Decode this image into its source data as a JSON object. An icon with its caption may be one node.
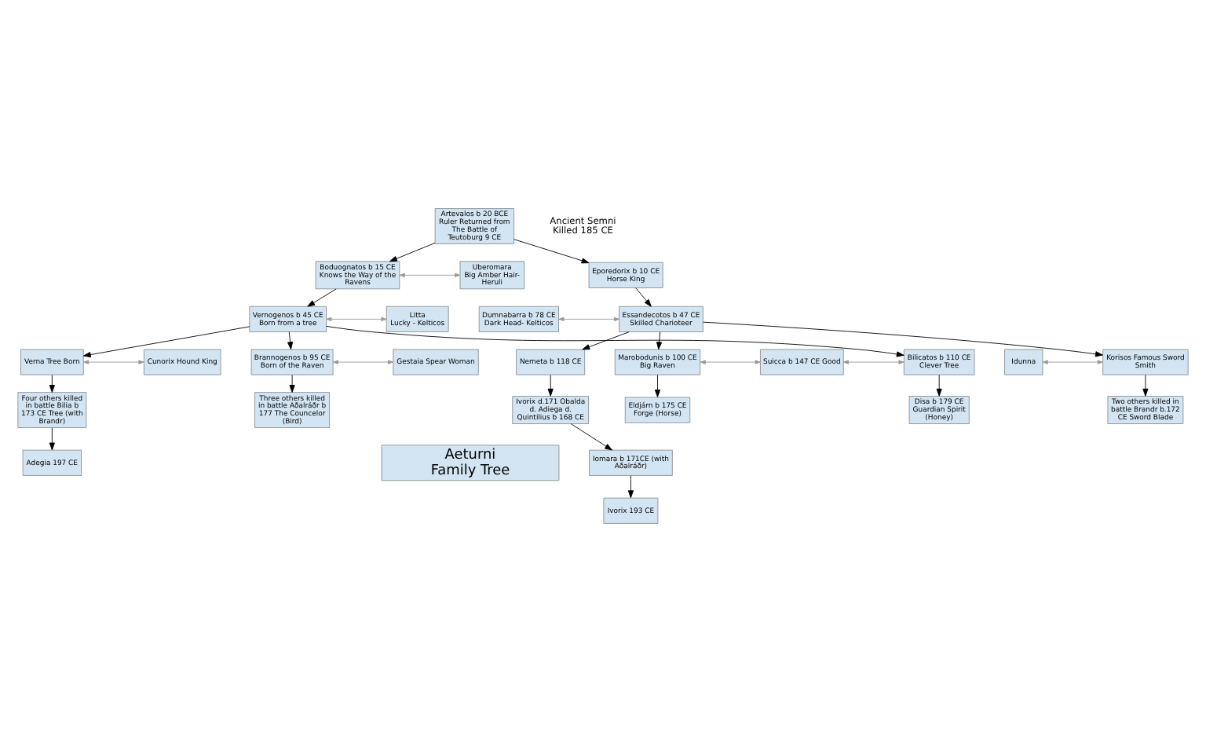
{
  "diagram": {
    "nodes": [
      {
        "text": [
          "Artevalos b 20 BCE",
          "Ruler Returned from The Battle of Teutoburg 9 CE"
        ]
      },
      {
        "text": [
          "Eporedorix b 10 CE",
          "Horse King"
        ]
      },
      {
        "text": [
          "Boduognatos b 15 CE",
          "Knows the Way of the Ravens"
        ]
      },
      {
        "text": [
          "Uberomara",
          "Big Amber Hair- Heruli"
        ]
      },
      {
        "text": [
          "Dumnabarra b 78 CE",
          "Dark Head- Kelticos"
        ]
      },
      {
        "text": [
          "Essandecotos b 47 CE",
          "Skilled Charioteer"
        ]
      },
      {
        "text": [
          "Vernogenos b 45 CE",
          "Born from a tree"
        ]
      },
      {
        "text": [
          "Litta",
          "Lucky - Kelticos"
        ]
      },
      {
        "text": [
          "Nemeta b 118 CE"
        ]
      },
      {
        "text": [
          "Marobodunis b 100 CE Big Raven"
        ]
      },
      {
        "text": [
          "Suicca b 147 CE Good"
        ]
      },
      {
        "text": [
          "Bilicatos b 110 CE Clever Tree"
        ]
      },
      {
        "text": [
          "Brannogenos b 95 CE Born of the Raven"
        ]
      },
      {
        "text": [
          "Gestaia Spear Woman"
        ]
      },
      {
        "text": [
          "Idunna"
        ]
      },
      {
        "text": [
          "Korisos Famous Sword Smith"
        ]
      },
      {
        "text": [
          "Verna Tree Born"
        ]
      },
      {
        "text": [
          "Cunorix Hound King"
        ]
      },
      {
        "text": [
          "Two others killed in battle Brandr b.172 CE Sword Blade"
        ]
      },
      {
        "text": [
          "Eldjárn b 175 CE Forge (Horse)"
        ]
      },
      {
        "text": [
          "Disa b 179 CE Guardian Spirit (Honey)"
        ]
      },
      {
        "text": [
          "Four others killed in battle Bilia b 173 CE Tree (with Brandr)"
        ]
      },
      {
        "text": [
          "Three others killed in battle Aðalráðr b 177 The Councelor (Bird)"
        ]
      },
      {
        "text": [
          "Ivorix d.171 Obalda d. Adiega d. Quintilius b 168 CE"
        ]
      },
      {
        "text": [
          "Iomara b 171CE (with Aðalráðr)"
        ]
      },
      {
        "text": [
          "Adegia 197 CE"
        ]
      },
      {
        "text": [
          "Ivorix 193 CE"
        ]
      },
      {
        "text": [
          "Aeturni",
          "Family Tree"
        ]
      }
    ],
    "edges": [
      {
        "from": 0,
        "to": 1,
        "arrow": "to"
      },
      {
        "from": 0,
        "to": 2,
        "arrow": "to"
      },
      {
        "from": 2,
        "to": 3,
        "arrow": "both",
        "color": "#999999"
      },
      {
        "from": 1,
        "to": 5,
        "arrow": "to"
      },
      {
        "from": 4,
        "to": 5,
        "arrow": "both",
        "color": "#999999"
      },
      {
        "from": 2,
        "to": 6,
        "arrow": "to"
      },
      {
        "from": 6,
        "to": 7,
        "arrow": "both",
        "color": "#999999"
      },
      {
        "from": 5,
        "to": 8,
        "arrow": "to"
      },
      {
        "from": 5,
        "to": 9,
        "arrow": "to"
      },
      {
        "from": 5,
        "to": 15,
        "arrow": "to"
      },
      {
        "from": 9,
        "to": 10,
        "arrow": "both",
        "color": "#999999"
      },
      {
        "from": 10,
        "to": 11,
        "arrow": "both",
        "color": "#999999"
      },
      {
        "from": 6,
        "to": 11,
        "arrow": "to"
      },
      {
        "from": 6,
        "to": 12,
        "arrow": "to"
      },
      {
        "from": 6,
        "to": 16,
        "arrow": "to"
      },
      {
        "from": 12,
        "to": 13,
        "arrow": "both",
        "color": "#999999"
      },
      {
        "from": 14,
        "to": 15,
        "arrow": "both",
        "color": "#999999"
      },
      {
        "from": 15,
        "to": 18,
        "arrow": "to"
      },
      {
        "from": 9,
        "to": 19,
        "arrow": "to"
      },
      {
        "from": 11,
        "to": 20,
        "arrow": "to"
      },
      {
        "from": 16,
        "to": 17,
        "arrow": "both",
        "color": "#999999"
      },
      {
        "from": 16,
        "to": 21,
        "arrow": "to"
      },
      {
        "from": 12,
        "to": 22,
        "arrow": "to"
      },
      {
        "from": 8,
        "to": 23,
        "arrow": "to"
      },
      {
        "from": 23,
        "to": 24,
        "arrow": "to"
      },
      {
        "from": 21,
        "to": 25,
        "arrow": "to"
      },
      {
        "from": 24,
        "to": 26,
        "arrow": "to"
      }
    ],
    "labels": [
      "Ancient Semni Killed 185 CE"
    ]
  }
}
